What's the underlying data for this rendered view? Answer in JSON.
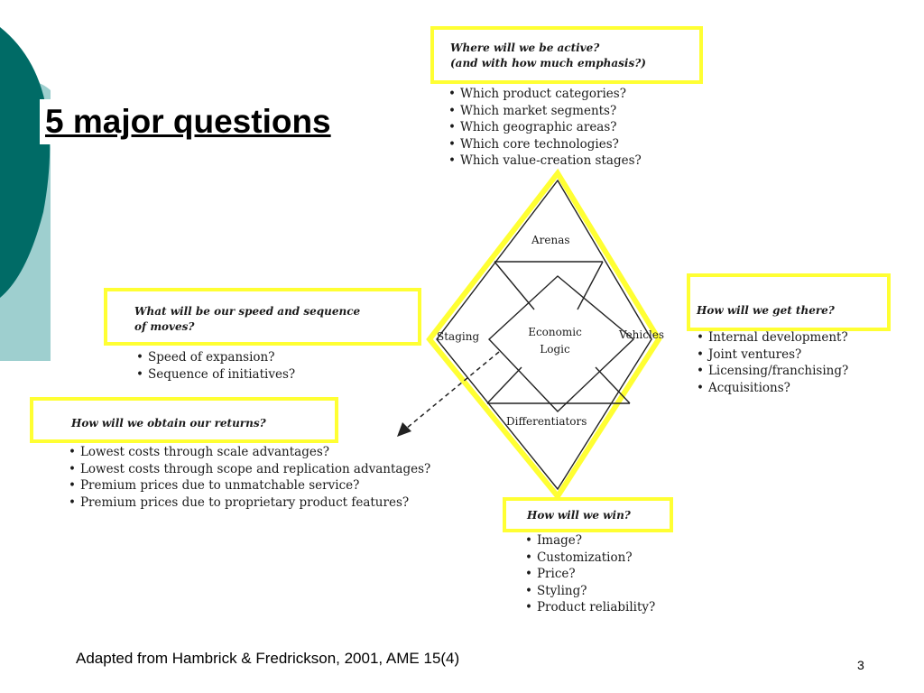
{
  "title": "5 major questions",
  "boxes": {
    "arenas_question": [
      "Where will we be active?",
      "(and with how much emphasis?)"
    ],
    "arenas_items": [
      "Which product categories?",
      "Which market segments?",
      "Which geographic areas?",
      "Which core technologies?",
      "Which value-creation stages?"
    ],
    "staging_question": [
      "What will be our speed and sequence",
      "of moves?"
    ],
    "staging_items": [
      "Speed of expansion?",
      "Sequence of initiatives?"
    ],
    "economic_question": "How will we obtain our returns?",
    "economic_items": [
      "Lowest costs through scale advantages?",
      "Lowest costs through scope and replication advantages?",
      "Premium prices due to unmatchable service?",
      "Premium prices due to proprietary product features?"
    ],
    "vehicles_question": "How will we get there?",
    "vehicles_items": [
      "Internal development?",
      "Joint ventures?",
      "Licensing/franchising?",
      "Acquisitions?"
    ],
    "differentiators_question": "How will we win?",
    "differentiators_items": [
      "Image?",
      "Customization?",
      "Price?",
      "Styling?",
      "Product reliability?"
    ]
  },
  "diagram": {
    "arenas": "Arenas",
    "staging": "Staging",
    "vehicles": "Vehicles",
    "differentiators": "Differentiators",
    "center_line1": "Economic",
    "center_line2": "Logic"
  },
  "footer": "Adapted from Hambrick & Fredrickson, 2001, AME 15(4)",
  "page_number": "3",
  "colors": {
    "highlight": "#ffff33",
    "teal": "#006b66",
    "light_teal": "#9ecfcf"
  }
}
